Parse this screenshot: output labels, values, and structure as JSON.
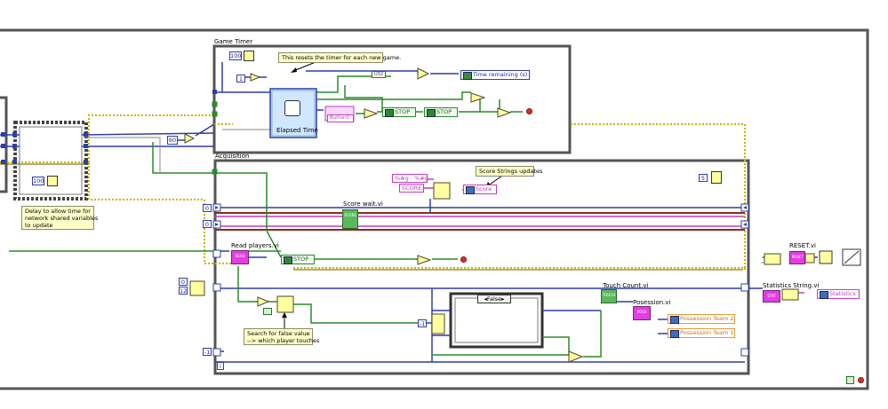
{
  "frames": {
    "game_timer": "Game Timer",
    "acquisition": "Acquisition"
  },
  "comments": {
    "reset_timer": "This resets the timer for each new game.",
    "delay": [
      "Delay to allow time for",
      "network shared variables",
      "to update"
    ],
    "score_strings": "Score Strings updates",
    "search_false": [
      "Search for false value",
      "--> which player touches"
    ]
  },
  "constants": {
    "timer_ms": "100",
    "delay_ms": "100",
    "sixty": "60",
    "iter_one": "1",
    "u32": "U32",
    "acq_zero_a": "0",
    "acq_zero_b": "0",
    "acq_zero_c": "0",
    "acq_twelve": "12",
    "neg_one_a": "-1",
    "neg_one_b": "-1",
    "five": "5",
    "iter_i": "i",
    "format_string": "%#g : %#g",
    "score_prefix": "SCORE:",
    "case_selector": "False"
  },
  "express_vi": {
    "elapsed_time": "Elapsed Time"
  },
  "indicators": {
    "time_remaining": "Time remaining (s)",
    "stop_1": "STOP",
    "stop_2": "STOP",
    "stop_3": "STOP",
    "score": "Score",
    "possession_team2": "Possession Team 2",
    "possession_team1": "Possession Team 1",
    "statistics": "Statistics",
    "button_ref": "Button0"
  },
  "subvis": {
    "score_wait": "Score wait.vi",
    "read_players": "Read players.vi",
    "touch_count": "Touch Count.vi",
    "possession": "Posession.vi",
    "reset": "RESET.vi",
    "statistics_string": "Statistics String.vi"
  },
  "colors": {
    "frame": "#555555",
    "numeric_wire": "#2c3fa6",
    "boolean_wire": "#2a8a2a",
    "string_wire": "#c03dc0",
    "error_wire": "#c9b400",
    "cluster_wire": "#8b2d1a",
    "subvi": "#e23ee2"
  }
}
